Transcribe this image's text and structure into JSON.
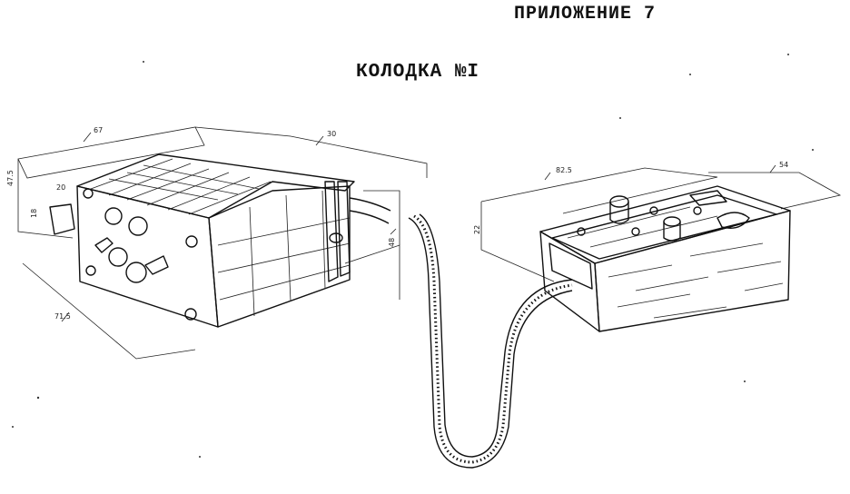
{
  "page": {
    "appendix_heading": "ПРИЛОЖЕНИЕ 7",
    "block_title": "КОЛОДКА №I"
  },
  "dimensions": {
    "left_top_width": "67",
    "left_top_depth": "30",
    "left_side_height": "47.5",
    "left_side_small": "20",
    "left_side_small2": "18",
    "left_bottom_width": "71.5",
    "left_right_height": "48",
    "right_top_width": "82.5",
    "right_top_depth": "54",
    "right_side_height": "22"
  }
}
